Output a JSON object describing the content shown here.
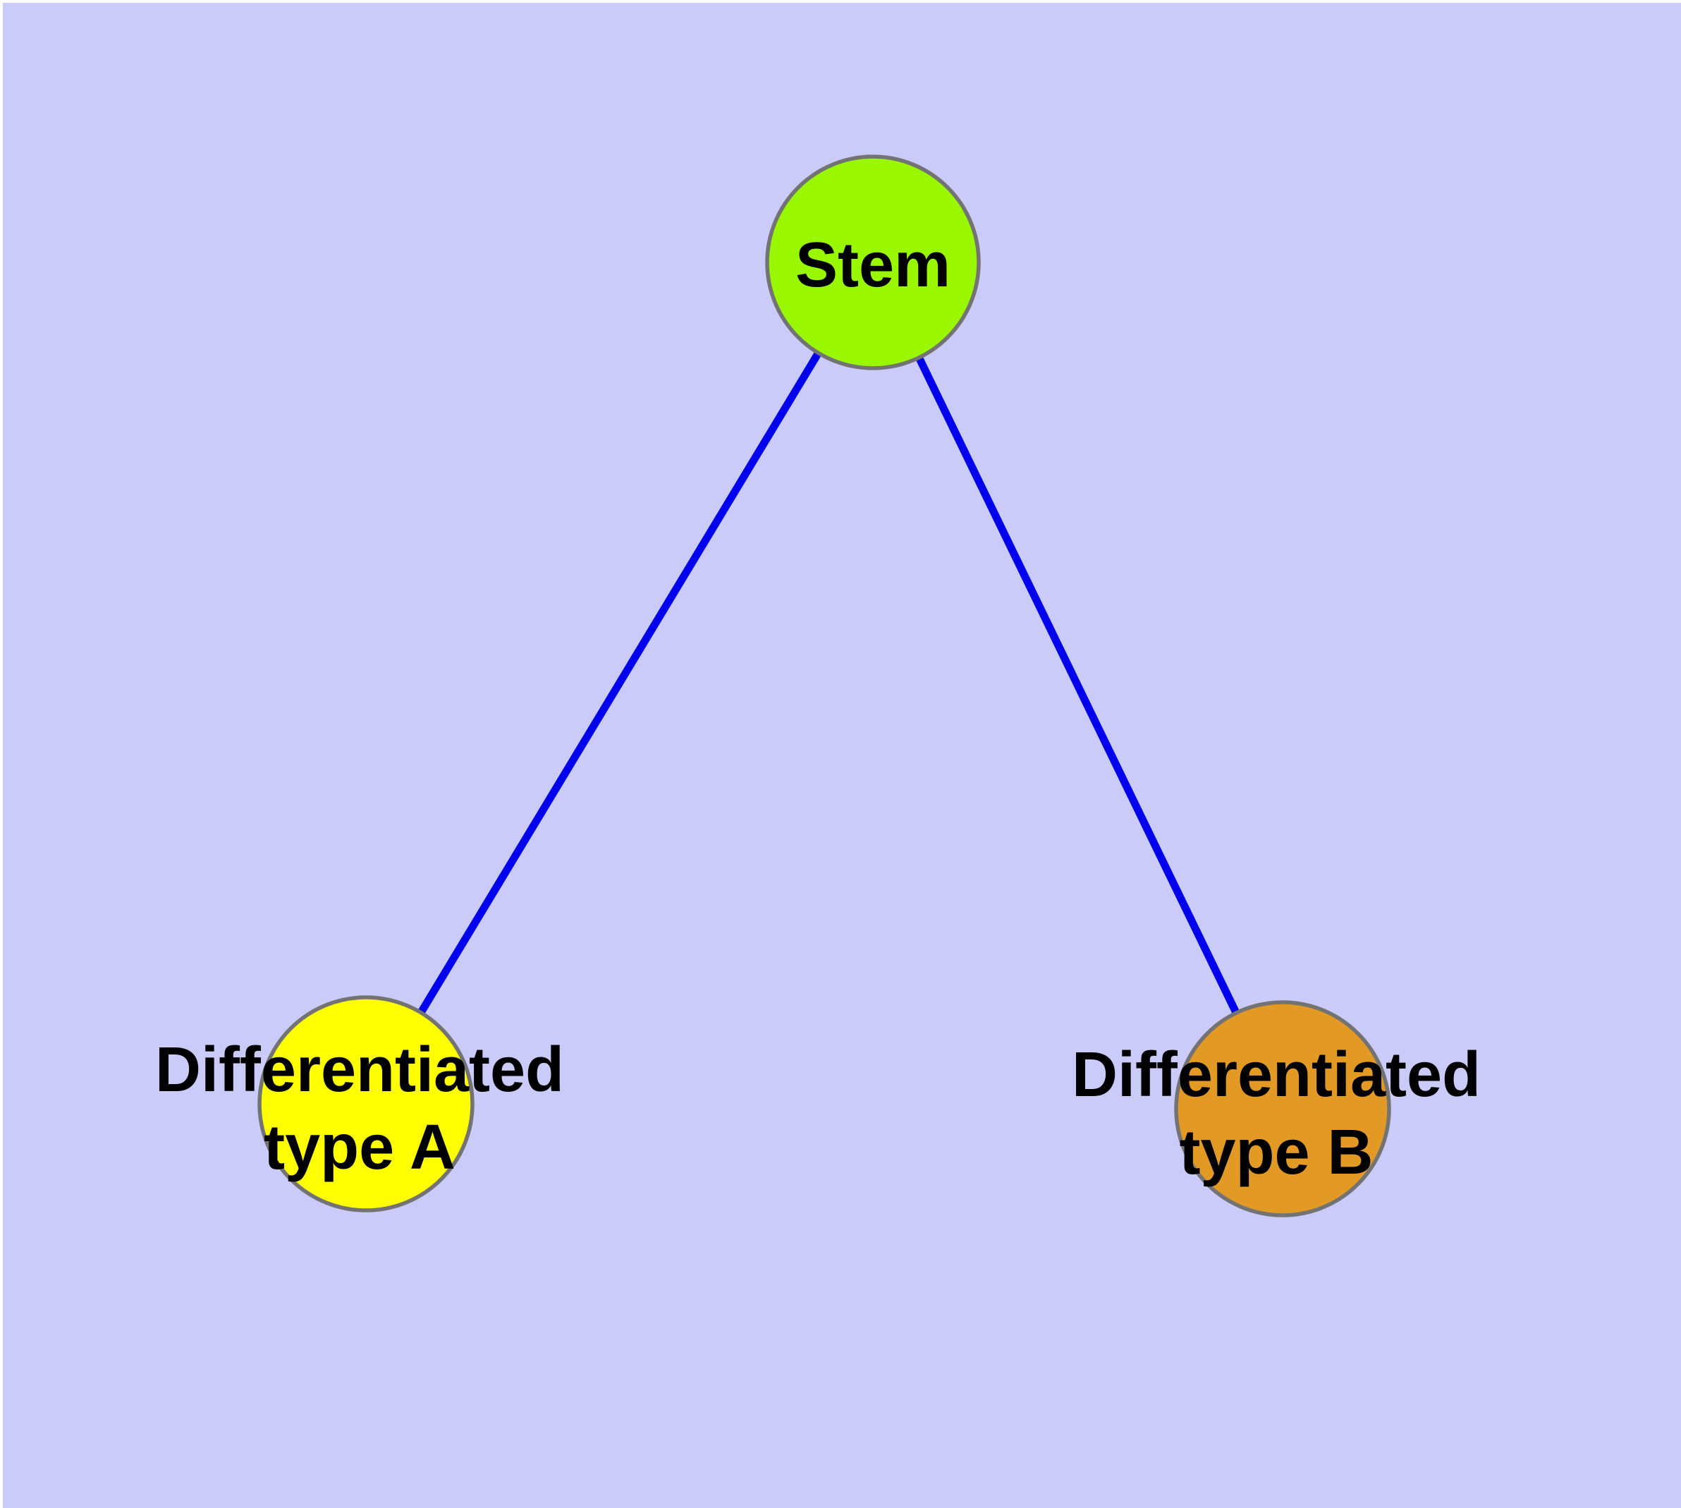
{
  "figure": {
    "type": "graph-diagram",
    "background_color": "#CBCBF9",
    "margin_color": "#FFFFFF",
    "text_color": "#000000",
    "node_border_color": "#737373",
    "edge_color": "#0000EE",
    "nodes": [
      {
        "id": "stem",
        "label": "Stem",
        "fill": "#99F800",
        "lines": [
          "Stem"
        ]
      },
      {
        "id": "differentiated-type-a",
        "label": "Differentiated type A",
        "fill": "#FFFF00",
        "lines": [
          "Differentiated",
          "type A"
        ]
      },
      {
        "id": "differentiated-type-b",
        "label": "Differentiated type B",
        "fill": "#E29A25",
        "lines": [
          "Differentiated",
          "type B"
        ]
      }
    ],
    "edges": [
      {
        "from": "stem",
        "to": "differentiated-type-a"
      },
      {
        "from": "stem",
        "to": "differentiated-type-b"
      }
    ]
  }
}
